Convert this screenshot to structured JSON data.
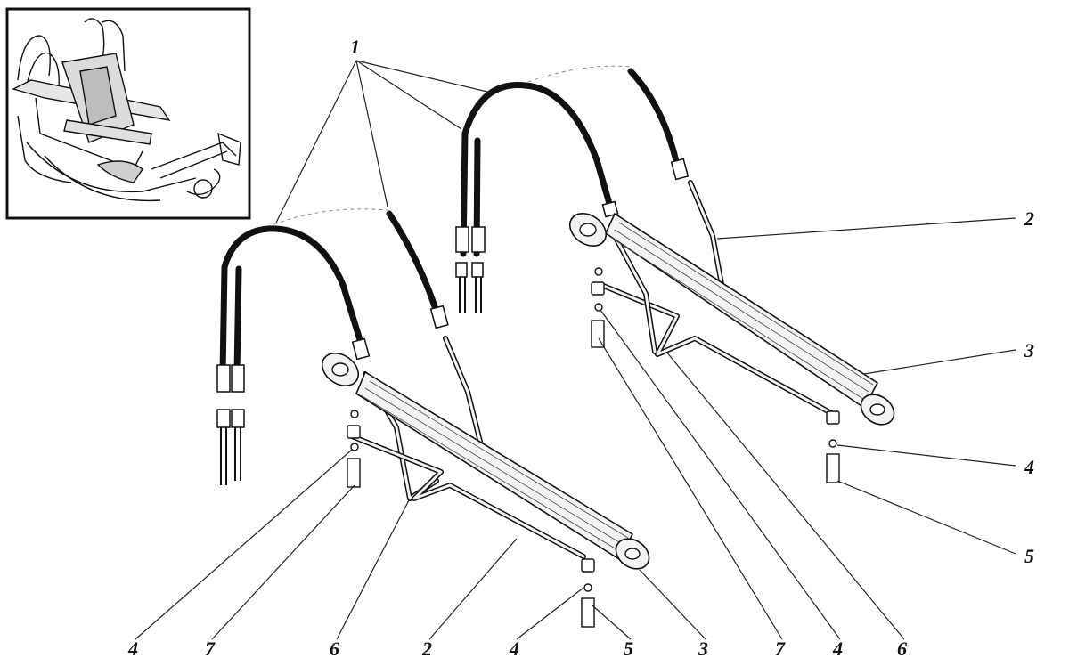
{
  "figure": {
    "callouts": {
      "c1": "1",
      "c2a": "2",
      "c2b": "2",
      "c3a": "3",
      "c3b": "3",
      "c4a": "4",
      "c4b": "4",
      "c4c": "4",
      "c4d": "4",
      "c5a": "5",
      "c5b": "5",
      "c6a": "6",
      "c6b": "6",
      "c7a": "7",
      "c7b": "7"
    }
  }
}
